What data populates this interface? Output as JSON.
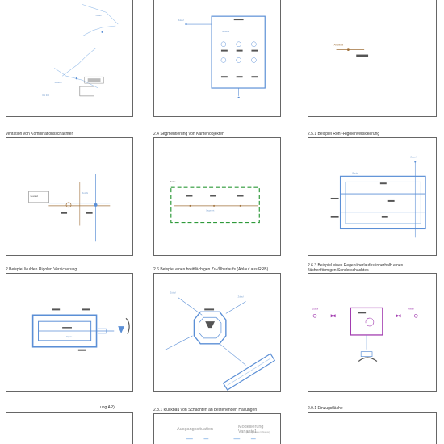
{
  "sections": {
    "r2c1": "ventation von Kombinationsschächten",
    "r2c2": "2.4 Segmentierung von Kantenobjekten",
    "r2c3": "2.5.1 Beispiel Rohr-Rigolenversickerung",
    "r3c1": "2 Beispiel Mulden Rigolen Versickerung",
    "r3c2": "2.6 Beispiel eines breitflächigen Zu-/Überlaufs (Ablauf aus RRB)",
    "r3c3a": "2.6.3 Beispiel eines Regenüberlaufes innerhalb eines",
    "r3c3b": "flächenförmigen Sonderschachtes",
    "r4c1": "ung AP)",
    "r4c2": "2.8.1 Rückbau von Schächten an bestehenden Haltungen",
    "r4c3": "2.9.1 Einzugsfläche"
  },
  "bottom_texts": {
    "ausgang": "Ausgangssituation",
    "modell": "Modellierung Variante1",
    "modell_sub": "(neu/geändert Status)"
  },
  "colors": {
    "blue": "#5b8fd6",
    "light_blue": "#9cc0ea",
    "brown": "#a0703a",
    "green": "#2e9a3a",
    "purple": "#a23cb0",
    "gray": "#666666"
  }
}
